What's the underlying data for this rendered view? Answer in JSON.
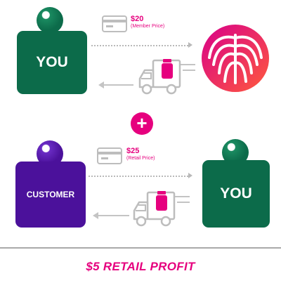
{
  "top_row": {
    "tag_label": "YOU",
    "price": "$20",
    "price_note": "(Member Price)"
  },
  "plus_sign": "+",
  "bottom_row": {
    "tag_label": "CUSTOMER",
    "price": "$25",
    "price_note": "(Retail Price)",
    "right_tag_label": "YOU"
  },
  "footer": {
    "profit_text": "$5 RETAIL PROFIT"
  },
  "colors": {
    "green": "#0c6b4a",
    "purple": "#4b119b",
    "magenta": "#e6007e",
    "gray": "#c4c4c4"
  },
  "icons": [
    "credit-card-icon",
    "delivery-truck-icon",
    "product-bottle-icon",
    "company-logo"
  ]
}
